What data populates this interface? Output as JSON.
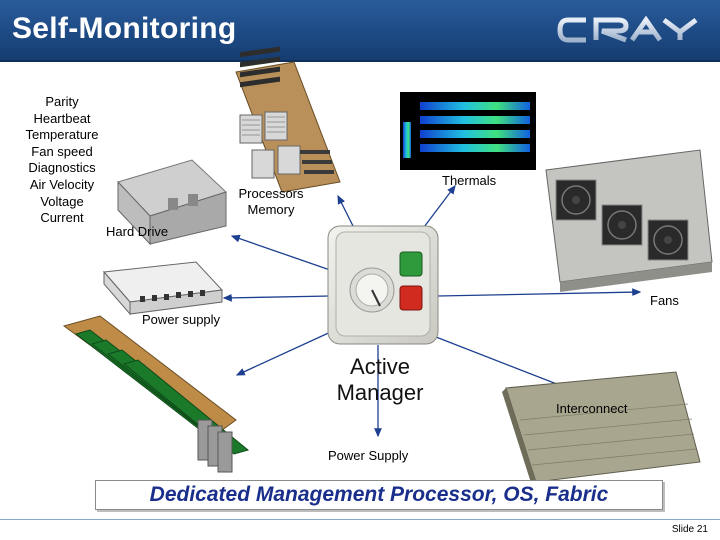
{
  "header": {
    "title": "Self-Monitoring",
    "logo_text": "CRAY"
  },
  "monitor_list": [
    "Parity",
    "Heartbeat",
    "Temperature",
    "Fan speed",
    "Diagnostics",
    "Air Velocity",
    "Voltage",
    "Current"
  ],
  "labels": {
    "hard_drive": "Hard Drive",
    "processors": "Processors",
    "memory": "Memory",
    "thermals": "Thermals",
    "fans": "Fans",
    "power_supply_left": "Power supply",
    "interconnect": "Interconnect",
    "power_supply_bottom": "Power Supply"
  },
  "center": {
    "line1": "Active",
    "line2": "Manager"
  },
  "banner": "Dedicated Management Processor, OS, Fabric",
  "footer": {
    "slide": "Slide 21"
  },
  "colors": {
    "header": "#1d4a84",
    "banner_text": "#1a2f8c",
    "arrow": "#1c3f8f"
  }
}
